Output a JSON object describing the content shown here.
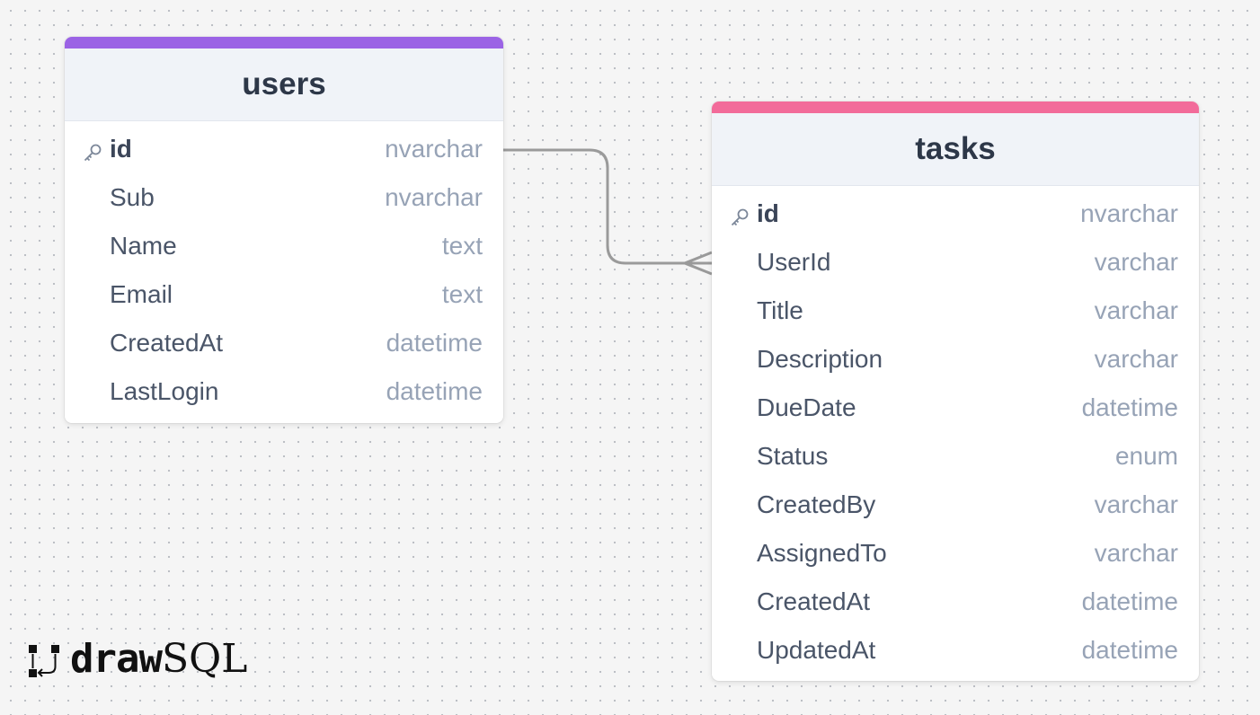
{
  "tables": [
    {
      "name": "users",
      "accent_color": "#9b63e5",
      "columns": [
        {
          "name": "id",
          "type": "nvarchar",
          "primary_key": true
        },
        {
          "name": "Sub",
          "type": "nvarchar",
          "primary_key": false
        },
        {
          "name": "Name",
          "type": "text",
          "primary_key": false
        },
        {
          "name": "Email",
          "type": "text",
          "primary_key": false
        },
        {
          "name": "CreatedAt",
          "type": "datetime",
          "primary_key": false
        },
        {
          "name": "LastLogin",
          "type": "datetime",
          "primary_key": false
        }
      ]
    },
    {
      "name": "tasks",
      "accent_color": "#f26b9a",
      "columns": [
        {
          "name": "id",
          "type": "nvarchar",
          "primary_key": true
        },
        {
          "name": "UserId",
          "type": "varchar",
          "primary_key": false
        },
        {
          "name": "Title",
          "type": "varchar",
          "primary_key": false
        },
        {
          "name": "Description",
          "type": "varchar",
          "primary_key": false
        },
        {
          "name": "DueDate",
          "type": "datetime",
          "primary_key": false
        },
        {
          "name": "Status",
          "type": "enum",
          "primary_key": false
        },
        {
          "name": "CreatedBy",
          "type": "varchar",
          "primary_key": false
        },
        {
          "name": "AssignedTo",
          "type": "varchar",
          "primary_key": false
        },
        {
          "name": "CreatedAt",
          "type": "datetime",
          "primary_key": false
        },
        {
          "name": "UpdatedAt",
          "type": "datetime",
          "primary_key": false
        }
      ]
    }
  ],
  "relationships": [
    {
      "from_table": "users",
      "from_column": "id",
      "to_table": "tasks",
      "to_column": "UserId",
      "cardinality": "one-to-many",
      "line_color": "#9a9a9a"
    }
  ],
  "logo": {
    "part1": "draw",
    "part2": "SQL"
  }
}
